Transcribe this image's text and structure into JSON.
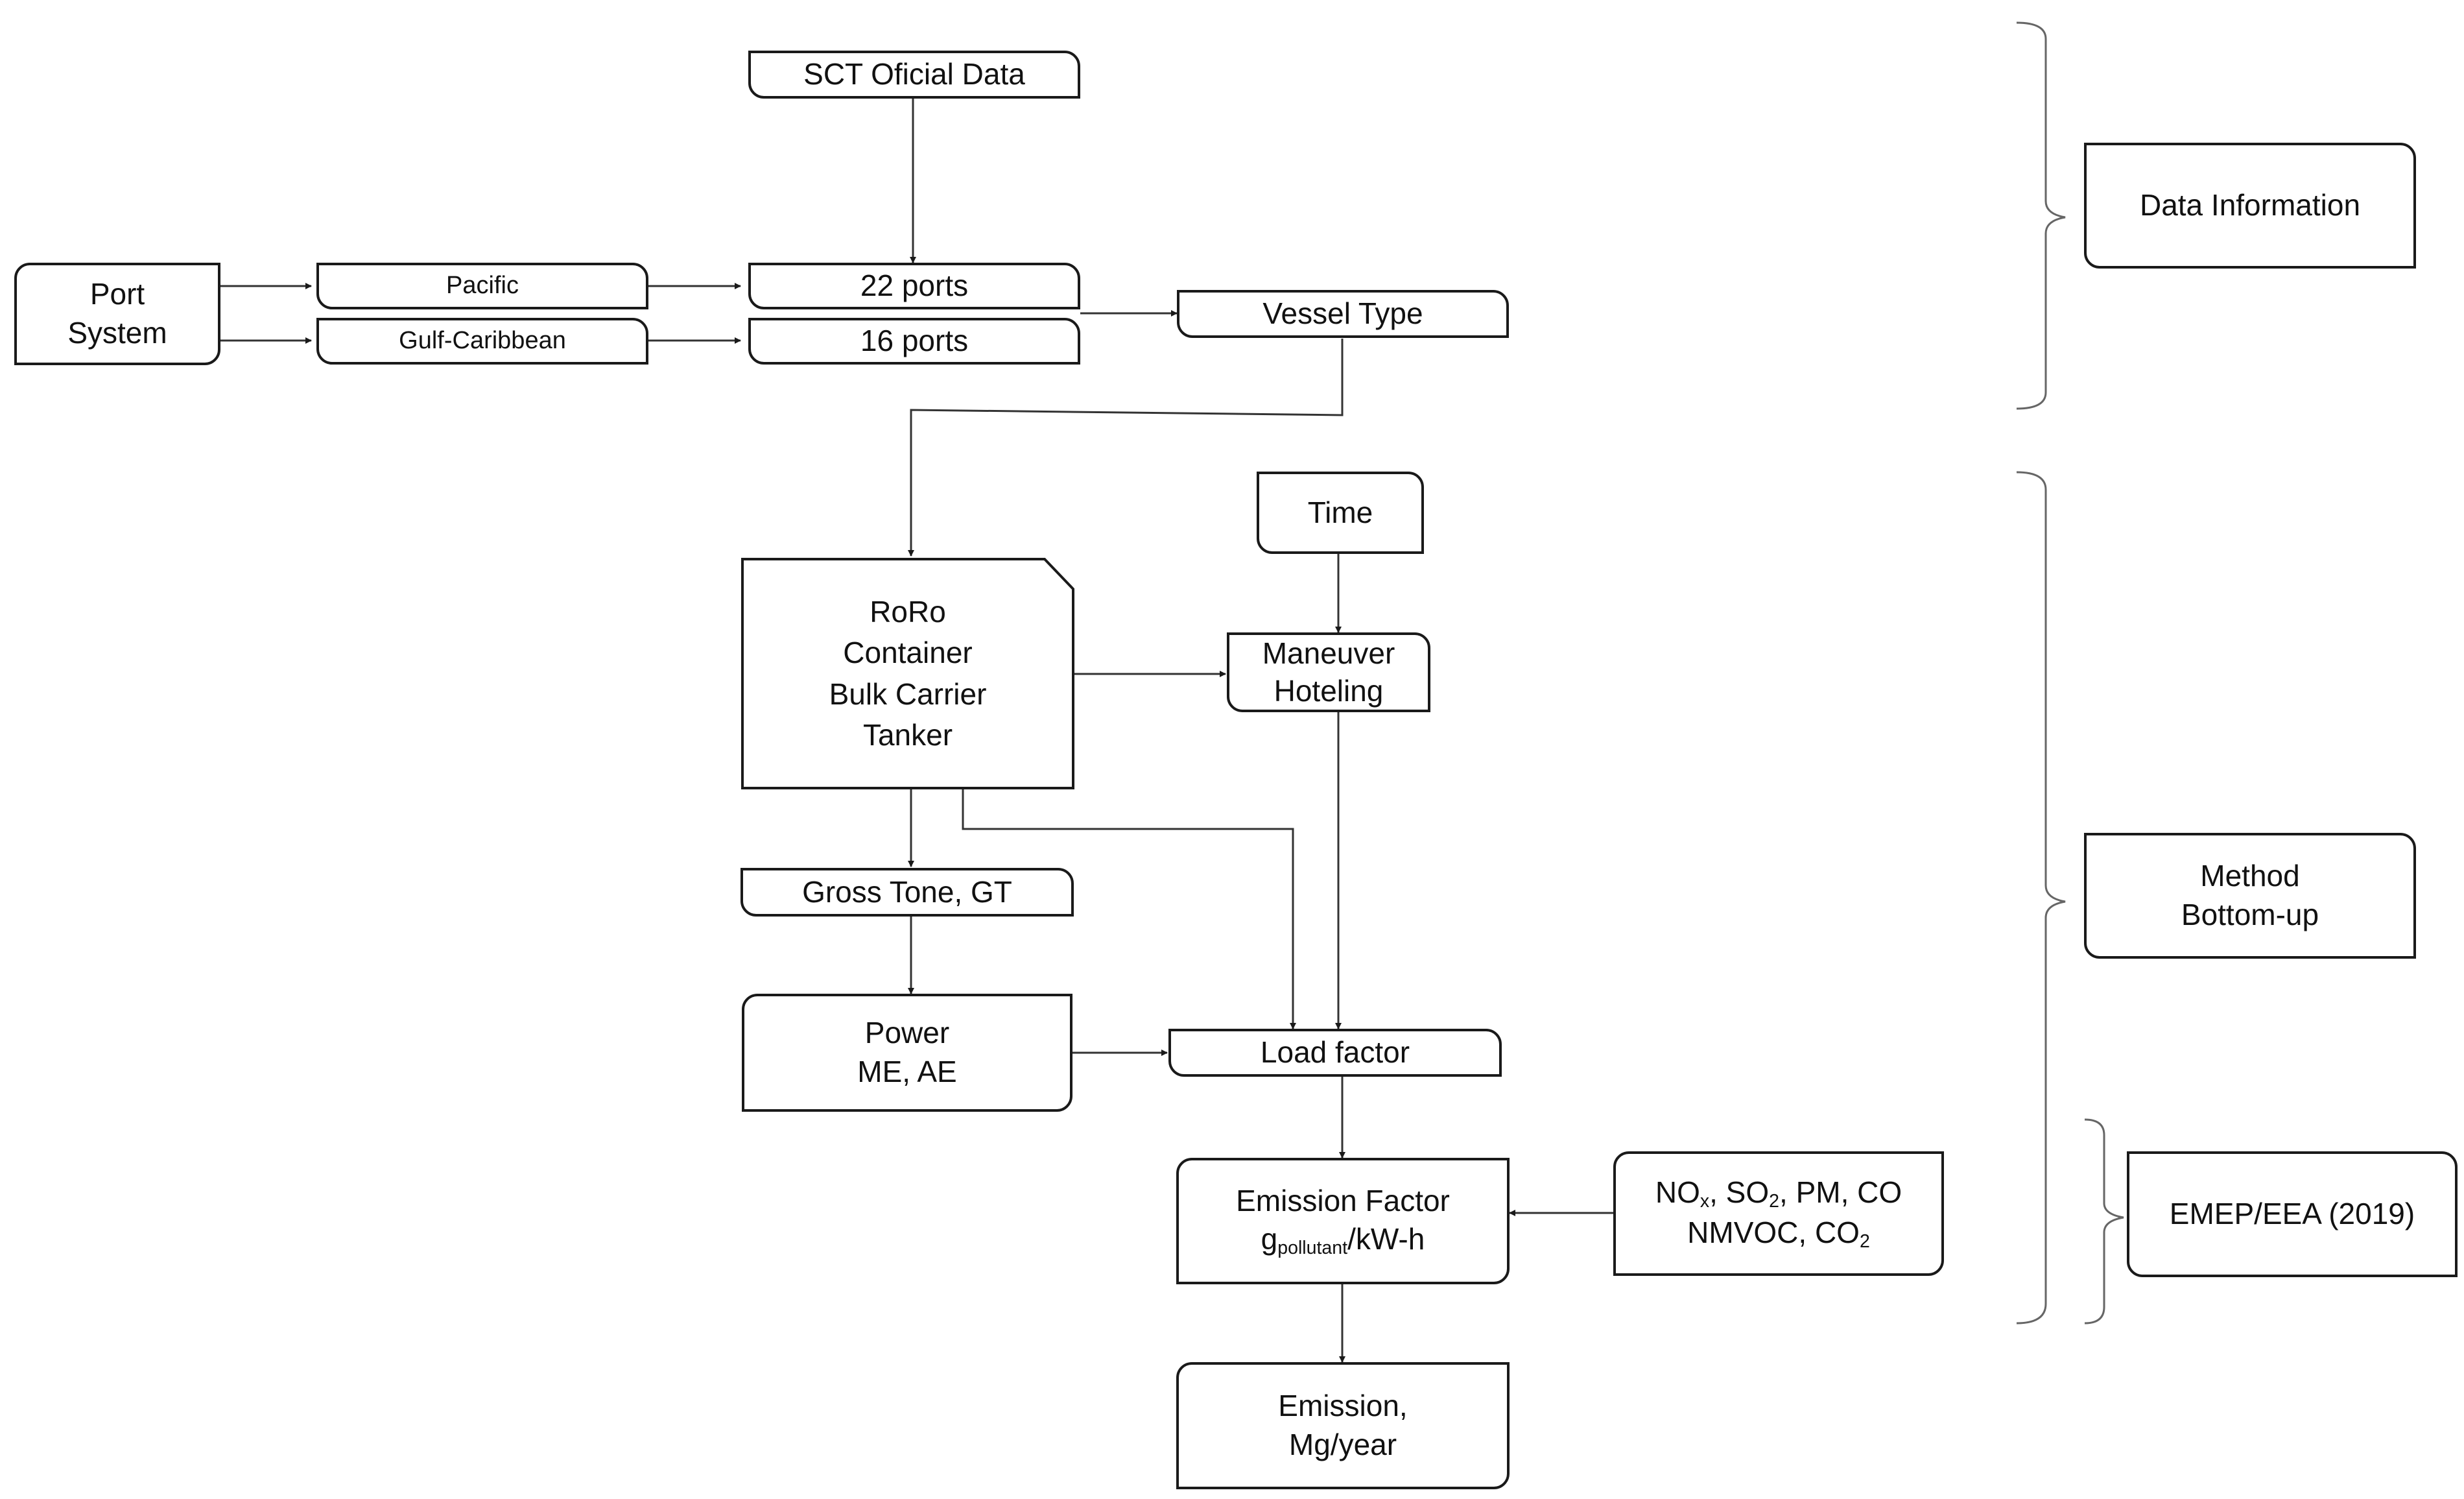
{
  "boxes": {
    "sct_data": "SCT Oficial Data",
    "port_system": [
      "Port",
      "System"
    ],
    "pacific": "Pacific",
    "gulf_caribbean": "Gulf-Caribbean",
    "ports_22": "22 ports",
    "ports_16": "16 ports",
    "vessel_type": "Vessel Type",
    "vessel_list": [
      "RoRo",
      "Container",
      "Bulk Carrier",
      "Tanker"
    ],
    "time": "Time",
    "maneuver_hoteling": [
      "Maneuver",
      "Hoteling"
    ],
    "gross_tone": "Gross Tone, GT",
    "power": [
      "Power",
      "ME, AE"
    ],
    "load_factor": "Load factor",
    "emission_factor": {
      "line1": "Emission Factor",
      "g": "g",
      "g_sub": "pollutant",
      "unit": "/kW-h"
    },
    "pollutants": {
      "no": "NO",
      "no_sub": "x",
      "so_prefix": ", SO",
      "so_sub": "2",
      "rest1": ", PM, CO",
      "nmvoc": "NMVOC, CO",
      "co2_sub": "2"
    },
    "emission": [
      "Emission,",
      "Mg/year"
    ]
  },
  "legend": {
    "data_information": "Data Information",
    "method": [
      "Method",
      "Bottom-up"
    ],
    "emep": "EMEP/EEA (2019)"
  }
}
